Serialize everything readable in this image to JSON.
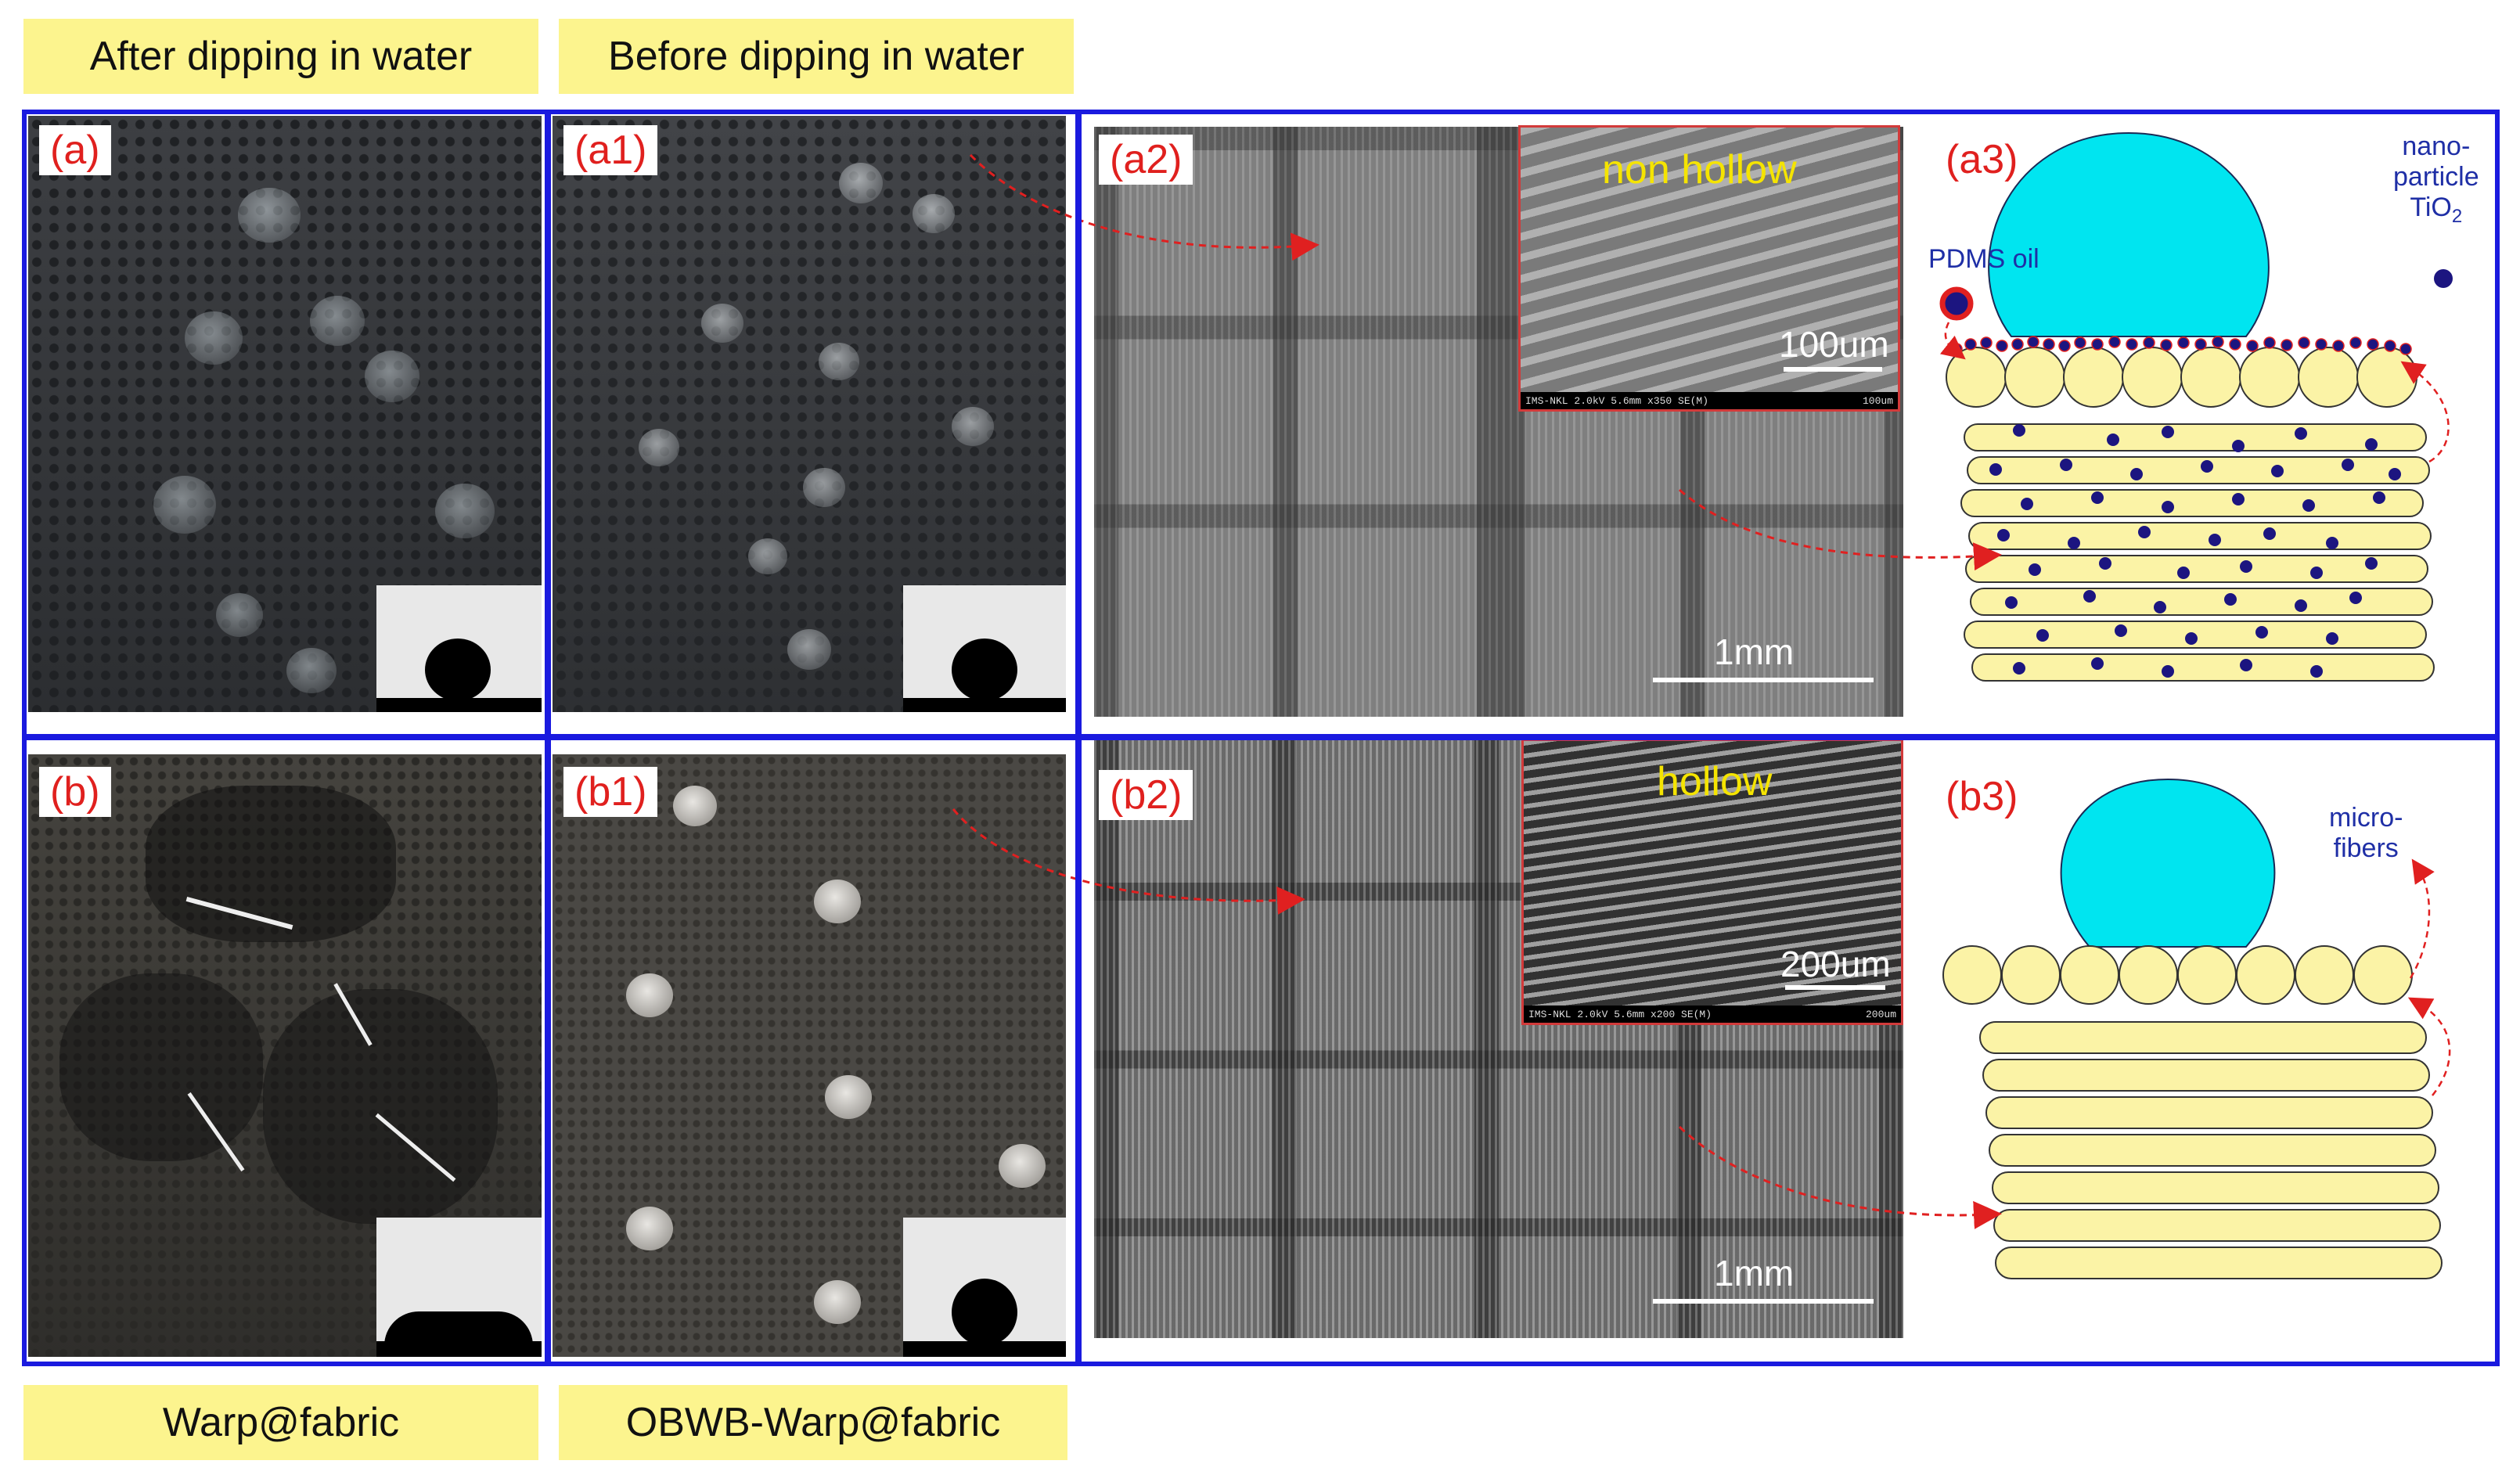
{
  "headers": {
    "after": "After dipping in water",
    "before": "Before dipping in water"
  },
  "footers": {
    "warp": "Warp@fabric",
    "obwb": "OBWB-Warp@fabric"
  },
  "panels": {
    "a": "(a)",
    "a1": "(a1)",
    "a2": "(a2)",
    "a3": "(a3)",
    "b": "(b)",
    "b1": "(b1)",
    "b2": "(b2)",
    "b3": "(b3)"
  },
  "sem_a2": {
    "inset_title": "non hollow",
    "inset_scale": "100um",
    "inset_info_left": "IMS-NKL 2.0kV 5.6mm x350 SE(M)",
    "inset_info_right": "100um",
    "scale": "1mm"
  },
  "sem_b2": {
    "inset_title": "hollow",
    "inset_scale": "200um",
    "inset_info_left": "IMS-NKL 2.0kV 5.6mm x200 SE(M)",
    "inset_info_right": "200um",
    "scale": "1mm"
  },
  "schematic_a3": {
    "pdms_label": "PDMS oil",
    "nano_label_line1": "nano-",
    "nano_label_line2": "particle",
    "nano_label_line3": "TiO",
    "nano_label_sub": "2"
  },
  "schematic_b3": {
    "micro_label_line1": "micro-",
    "micro_label_line2": "fibers"
  },
  "colors": {
    "frame": "#1a1adf",
    "header_bg": "#fcf48e",
    "label_red": "#e0201e",
    "droplet": "#00e5f0",
    "fiber": "#fbf3a6",
    "particle": "#1c1580",
    "arrow": "#e02020",
    "sem_title": "#f5e400"
  }
}
